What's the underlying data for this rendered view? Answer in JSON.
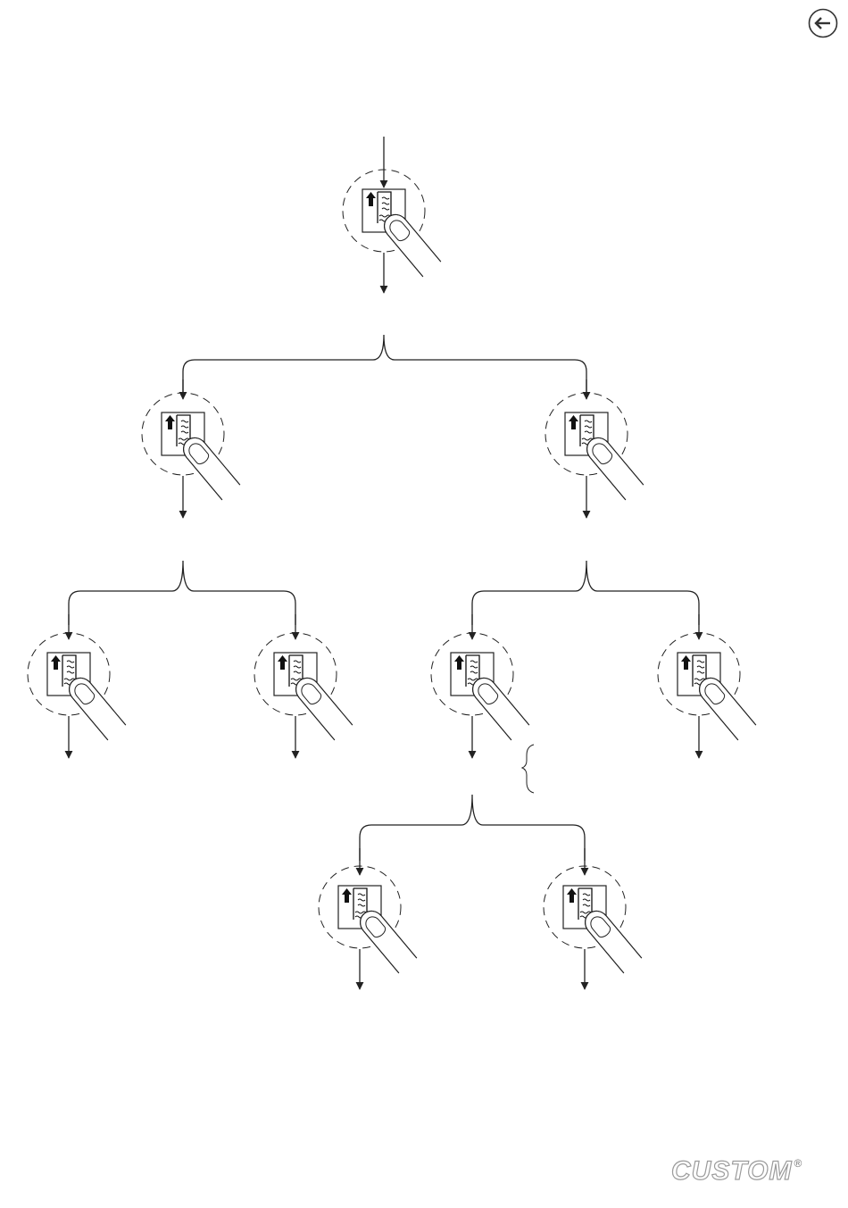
{
  "navigation": {
    "back_icon": "back-arrow-icon"
  },
  "diagram": {
    "button_icon": "paper-feed-key-icon",
    "press_icon": "finger-press-icon",
    "nodes": [
      "feed-key-1",
      "feed-key-2a",
      "feed-key-2b",
      "feed-key-3a",
      "feed-key-3b",
      "feed-key-3c",
      "feed-key-3d",
      "feed-key-4a",
      "feed-key-4b"
    ]
  },
  "branding": {
    "logo_text": "CUSTOM",
    "registered_mark": "®"
  },
  "colors": {
    "line": "#222222",
    "logo_outline": "#9b9b9b"
  }
}
